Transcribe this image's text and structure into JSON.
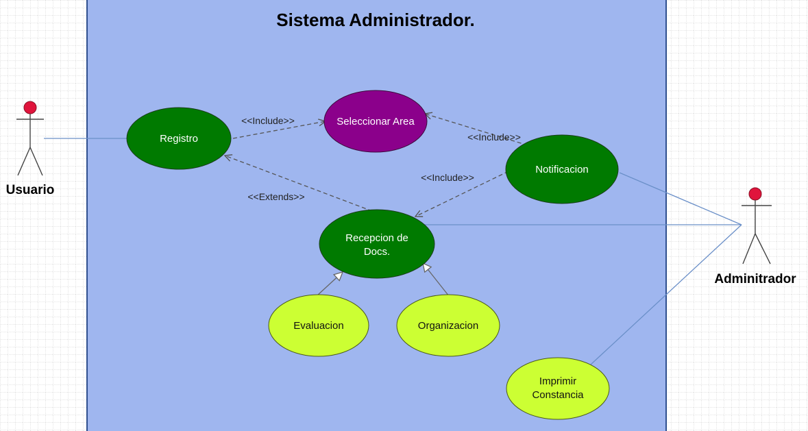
{
  "system": {
    "title": "Sistema Administrador.",
    "fill": "#9fb6ef",
    "border": "#2f4f8f"
  },
  "actors": {
    "usuario": "Usuario",
    "administrador": "Adminitrador"
  },
  "use_cases": {
    "registro": "Registro",
    "seleccionar_area": "Seleccionar Area",
    "notificacion": "Notificacion",
    "recepcion_1": "Recepcion de",
    "recepcion_2": "Docs.",
    "evaluacion": "Evaluacion",
    "organizacion": "Organizacion",
    "imprimir_1": "Imprimir",
    "imprimir_2": "Constancia"
  },
  "relations": {
    "include_registro": "<<Include>>",
    "include_notif_area": "<<Include>>",
    "include_notif_recep": "<<Include>>",
    "extends": "<<Extends>>"
  },
  "colors": {
    "green": "#007a00",
    "purple": "#8b008b",
    "lime": "#ccff33",
    "association": "#6a8fc8",
    "dependency": "#555555",
    "actor_head": "#e0143c"
  }
}
